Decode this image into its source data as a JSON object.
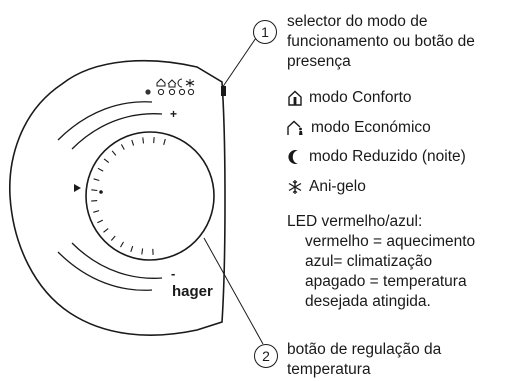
{
  "callout1": {
    "number": "1",
    "label_lines": [
      "selector do modo de",
      "funcionamento ou botão de",
      "presença"
    ]
  },
  "modes": [
    {
      "icon": "comfort-mode-icon",
      "label": "modo Conforto"
    },
    {
      "icon": "economy-mode-icon",
      "label": "modo Económico"
    },
    {
      "icon": "reduced-night-mode-icon",
      "label": "modo Reduzido (noite)"
    },
    {
      "icon": "frost-protection-icon",
      "label": "Ani-gelo"
    }
  ],
  "led": {
    "title": "LED vermelho/azul:",
    "lines": [
      "vermelho = aquecimento",
      "azul= climatização",
      "apagado = temperatura",
      "desejada atingida."
    ]
  },
  "callout2": {
    "number": "2",
    "label_lines": [
      "botão de regulação da",
      "temperatura"
    ]
  },
  "device": {
    "brand": "hager",
    "plus": "+",
    "minus": "-"
  }
}
